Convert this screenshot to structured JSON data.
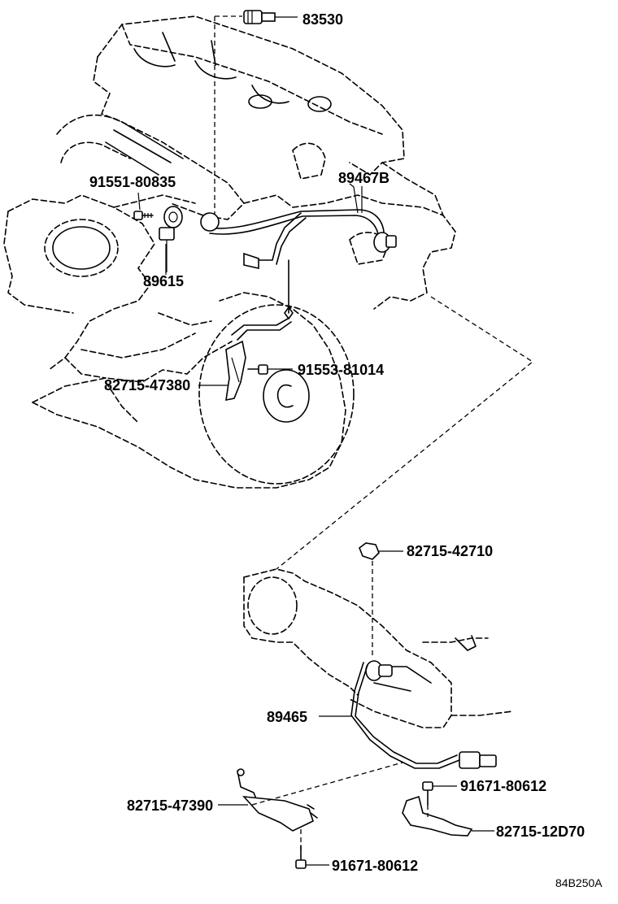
{
  "diagram": {
    "parts": [
      {
        "id": "p83530",
        "number": "83530"
      },
      {
        "id": "p89467b",
        "number": "89467B"
      },
      {
        "id": "p9155180835",
        "number": "91551-80835"
      },
      {
        "id": "p89615",
        "number": "89615"
      },
      {
        "id": "p9155381014",
        "number": "91553-81014"
      },
      {
        "id": "p8271547380",
        "number": "82715-47380"
      },
      {
        "id": "p8271542710",
        "number": "82715-42710"
      },
      {
        "id": "p89465",
        "number": "89465"
      },
      {
        "id": "p9167180612a",
        "number": "91671-80612"
      },
      {
        "id": "p8271547390",
        "number": "82715-47390"
      },
      {
        "id": "p8271512d70",
        "number": "82715-12D70"
      },
      {
        "id": "p9167180612b",
        "number": "91671-80612"
      }
    ],
    "reference_code": "84B250A"
  }
}
